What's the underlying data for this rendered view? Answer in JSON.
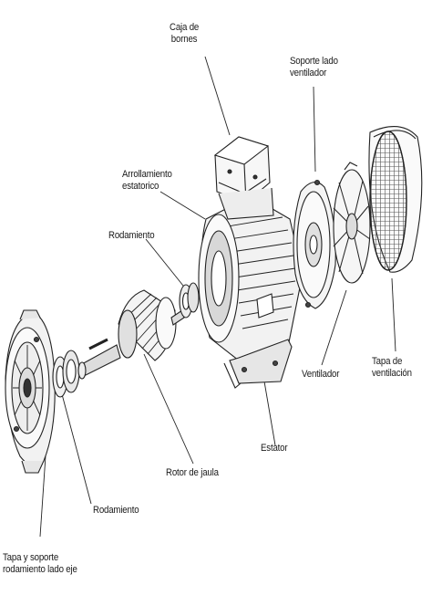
{
  "labels": {
    "caja_bornes": [
      "Caja de",
      "bornes"
    ],
    "soporte_ventilador": [
      "Soporte lado",
      "ventilador"
    ],
    "arrollamiento": [
      "Arrollamiento",
      "estatorico"
    ],
    "rodamiento_top": "Rodamiento",
    "tapa_ventilacion": [
      "Tapa de",
      "ventilación"
    ],
    "ventilador": "Ventilador",
    "estator": "Estator",
    "rotor": "Rotor de jaula",
    "rodamiento_bottom": "Rodamiento",
    "tapa_soporte": [
      "Tapa y soporte",
      "rodamiento lado eje"
    ]
  }
}
